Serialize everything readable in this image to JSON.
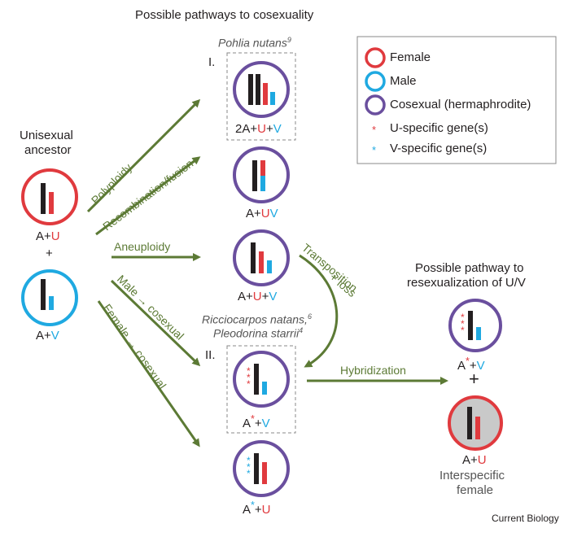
{
  "title": "Possible pathways to cosexuality",
  "ancestor": {
    "heading_line1": "Unisexual",
    "heading_line2": "ancestor",
    "female_genotype": {
      "a": "A",
      "plus": "+",
      "u": "U"
    },
    "plus": "+",
    "male_genotype": {
      "a": "A",
      "plus": "+",
      "v": "V"
    }
  },
  "pathways": {
    "polyploidy": "Polyploidy",
    "recombination": "Recombination/fusion",
    "aneuploidy": "Aneuploidy",
    "male_to_cosexual": "Male → cosexual",
    "female_to_cosexual": "Female → cosexual",
    "transposition": "Transposition",
    "loss": "+ loss",
    "hybridization": "Hybridization"
  },
  "group_I": {
    "roman": "I.",
    "species": "Pohlia nutans",
    "ref": "9",
    "genotype": {
      "p1": "2A",
      "p2": "+",
      "u": "U",
      "p3": "+",
      "v": "V"
    }
  },
  "recomb_genotype": {
    "a": "A",
    "plus": "+",
    "u": "U",
    "v": "V"
  },
  "aneu_genotype": {
    "a": "A",
    "p1": "+",
    "u": "U",
    "p2": "+",
    "v": "V"
  },
  "group_II": {
    "roman": "II.",
    "species1": "Ricciocarpos natans,",
    "ref1": "6",
    "species2": "Pleodorina starrii",
    "ref2": "4",
    "genotype": {
      "a": "A",
      "star": "*",
      "plus": "+",
      "v": "V"
    }
  },
  "female_cosexual_genotype": {
    "a": "A",
    "star": "*",
    "plus": "+",
    "u": "U"
  },
  "resexual": {
    "heading_line1": "Possible pathway to",
    "heading_line2": "resexualization of U/V",
    "genotype1": {
      "a": "A",
      "star": "*",
      "plus": "+",
      "v": "V"
    },
    "plus": "+",
    "genotype2": {
      "a": "A",
      "plus": "+",
      "u": "U"
    },
    "caption_line1": "Interspecific",
    "caption_line2": "female"
  },
  "legend": {
    "female": "Female",
    "male": "Male",
    "cosexual": "Cosexual (hermaphrodite)",
    "u_gene": "U-specific gene(s)",
    "v_gene": "V-specific gene(s)",
    "star": "*"
  },
  "credit": "Current Biology",
  "colors": {
    "female": "#e03a3e",
    "male": "#1fa9e1",
    "cosexual": "#6a4f9e",
    "arrow": "#5c7a35",
    "chromosome": "#231f20",
    "grey_fill": "#c9c9c9"
  }
}
